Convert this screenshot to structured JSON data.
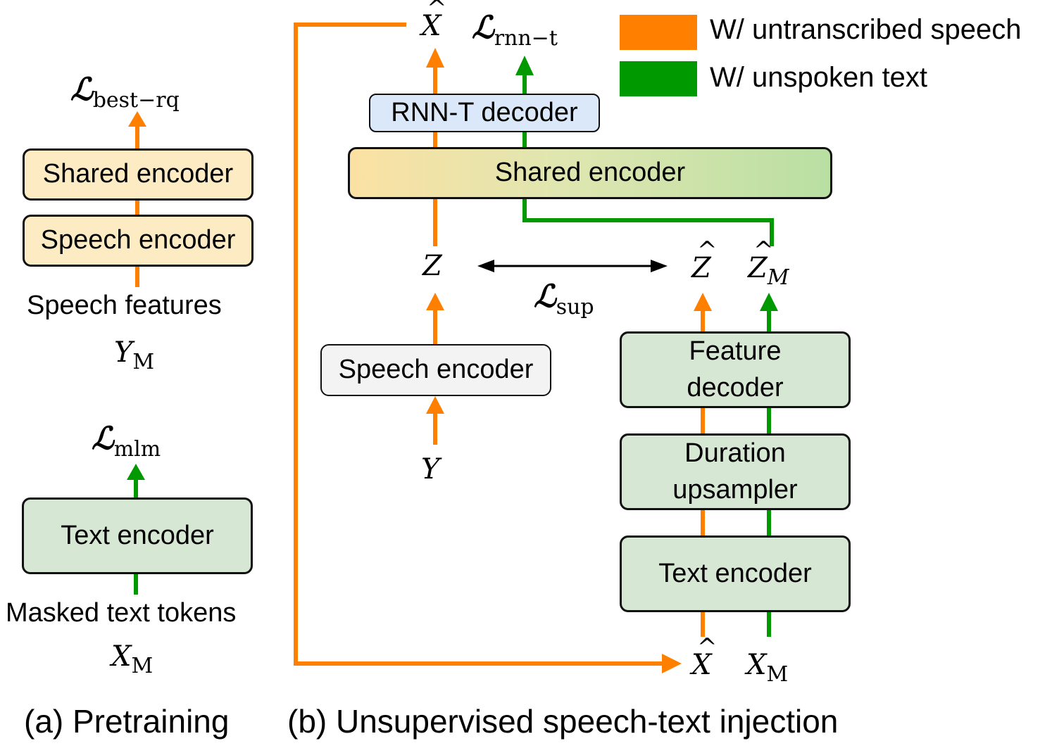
{
  "legend": {
    "untranscribed": {
      "label": "W/ untranscribed speech",
      "color": "#ff8000"
    },
    "unspoken": {
      "label": "W/ unspoken text",
      "color": "#009900"
    }
  },
  "pretraining": {
    "loss_bestrq": {
      "symbol": "ℒ",
      "sub": "best−rq"
    },
    "shared_encoder": "Shared encoder",
    "speech_encoder": "Speech encoder",
    "speech_features": "Speech features",
    "y_m": {
      "symbol": "Y",
      "sub": "M"
    },
    "loss_mlm": {
      "symbol": "ℒ",
      "sub": "mlm"
    },
    "text_encoder": "Text encoder",
    "masked_text_tokens": "Masked text tokens",
    "x_m": {
      "symbol": "X",
      "sub": "M"
    },
    "caption": "(a) Pretraining"
  },
  "injection": {
    "x_hat_top": {
      "symbol": "X",
      "hat": "^"
    },
    "loss_rnnt": {
      "symbol": "ℒ",
      "sub": "rnn−t"
    },
    "rnnt_decoder": "RNN-T decoder",
    "shared_encoder": "Shared encoder",
    "z": {
      "symbol": "Z"
    },
    "loss_sup": {
      "symbol": "ℒ",
      "sub": "sup"
    },
    "z_hat": {
      "symbol": "Z",
      "hat": "^"
    },
    "z_hat_m": {
      "symbol": "Z",
      "hat": "^",
      "sub": "M"
    },
    "speech_encoder": "Speech encoder",
    "y": {
      "symbol": "Y"
    },
    "feature_decoder": [
      "Feature",
      "decoder"
    ],
    "duration_upsampler": [
      "Duration",
      "upsampler"
    ],
    "text_encoder": "Text encoder",
    "x_hat_bottom": {
      "symbol": "X",
      "hat": "^"
    },
    "x_m": {
      "symbol": "X",
      "sub": "M"
    },
    "caption": "(b) Unsupervised speech-text injection"
  }
}
